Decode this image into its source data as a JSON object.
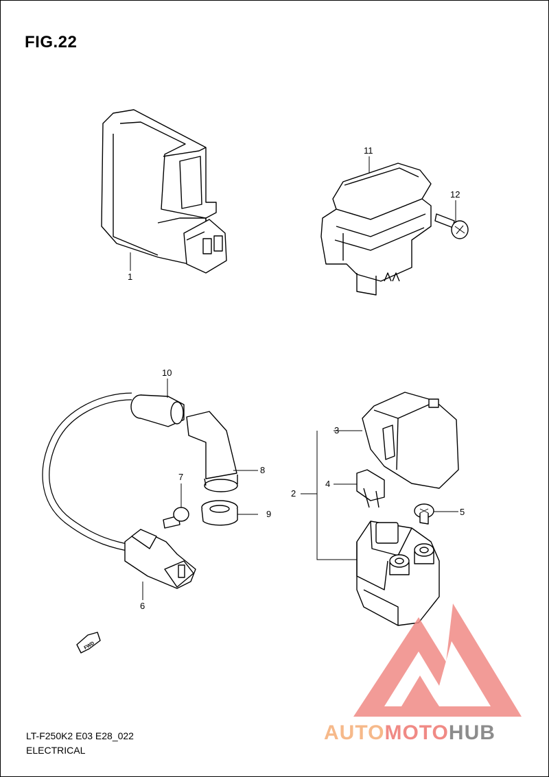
{
  "figure": {
    "title": "FIG.22",
    "code": "LT-F250K2 E03 E28_022",
    "section": "ELECTRICAL"
  },
  "callouts": [
    "1",
    "2",
    "3",
    "4",
    "5",
    "6",
    "7",
    "8",
    "9",
    "10",
    "11",
    "12"
  ],
  "fwd_label": "FWD",
  "watermark": {
    "part1": "AUTO",
    "part2": "MOTO",
    "part3": "HUB",
    "color_light": "#f6b98a",
    "color_red": "#f08a85",
    "color_gray": "#8c8c8c"
  }
}
